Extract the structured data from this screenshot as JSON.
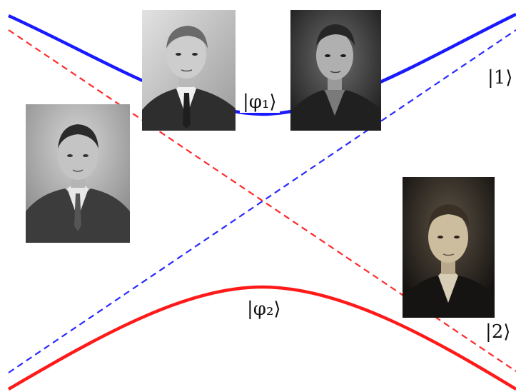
{
  "labels": {
    "phi1": "|φ₁⟩",
    "phi2": "|φ₂⟩",
    "ket1": "|1⟩",
    "ket2": "|2⟩"
  },
  "colors": {
    "upper_branch": "#1a1aff",
    "lower_branch": "#ff1a1a",
    "diabatic_1": "#1a1aff",
    "diabatic_2": "#ff1a1a",
    "background": "#ffffff"
  },
  "curves": {
    "upper_adiabatic": {
      "style": "solid",
      "color_key": "upper_branch"
    },
    "lower_adiabatic": {
      "style": "solid",
      "color_key": "lower_branch"
    },
    "diabatic_state_1": {
      "style": "dashed",
      "color_key": "diabatic_1"
    },
    "diabatic_state_2": {
      "style": "dashed",
      "color_key": "diabatic_2"
    }
  },
  "portraits": [
    {
      "id": "portrait-1",
      "tone": "gray",
      "description_icon": "man-portrait-icon"
    },
    {
      "id": "portrait-2",
      "tone": "gray",
      "description_icon": "man-portrait-icon"
    },
    {
      "id": "portrait-3",
      "tone": "dark",
      "description_icon": "man-portrait-icon"
    },
    {
      "id": "portrait-4",
      "tone": "sepia",
      "description_icon": "man-portrait-icon"
    }
  ]
}
